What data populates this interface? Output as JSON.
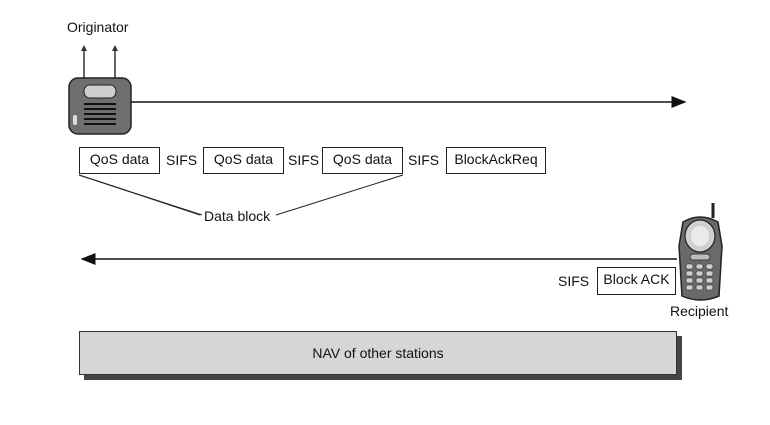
{
  "labels": {
    "originator": "Originator",
    "recipient": "Recipient",
    "data_block": "Data block"
  },
  "frames": {
    "qos1": "QoS data",
    "sifs1": "SIFS",
    "qos2": "QoS data",
    "sifs2": "SIFS",
    "qos3": "QoS data",
    "sifs3": "SIFS",
    "block_ack_req": "BlockAckReq",
    "sifs_ack": "SIFS",
    "block_ack": "Block ACK"
  },
  "nav": {
    "label": "NAV of other stations"
  },
  "icons": {
    "originator": "access-point-icon",
    "recipient": "mobile-phone-icon"
  }
}
